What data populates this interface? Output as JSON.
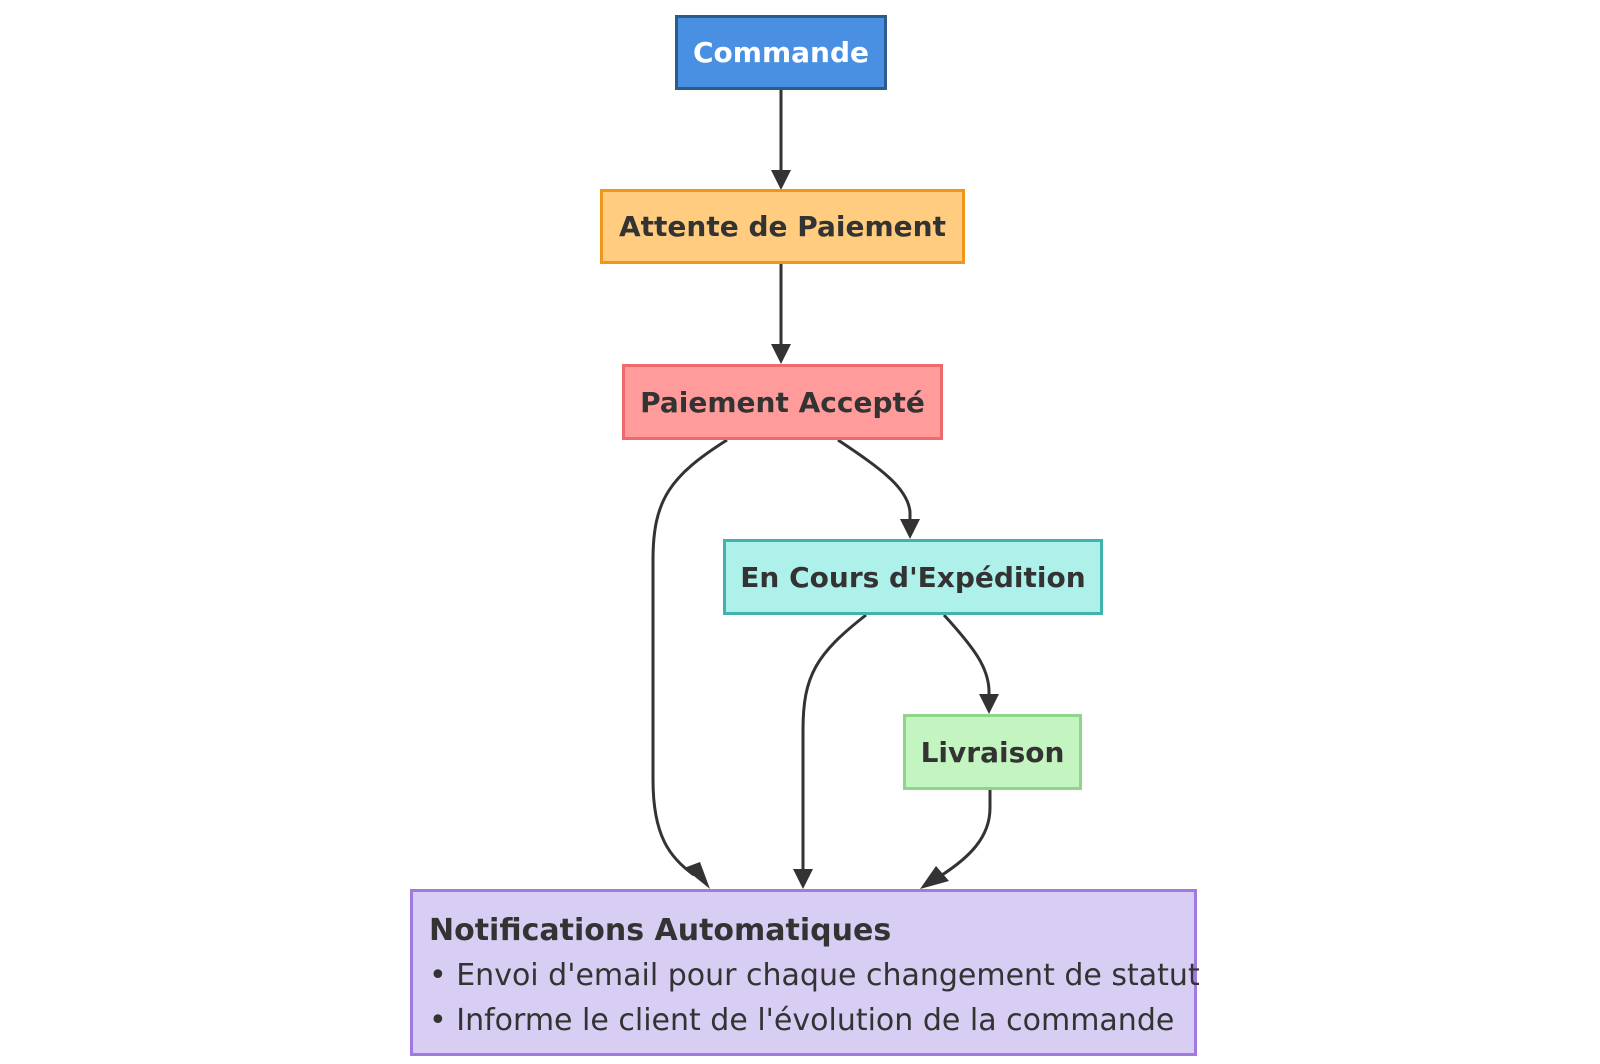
{
  "nodes": {
    "commande": "Commande",
    "attente_paiement": "Attente de Paiement",
    "paiement_accepte": "Paiement Accepté",
    "en_cours_expedition": "En Cours d'Expédition",
    "livraison": "Livraison",
    "notifications": {
      "title": "Notifications Automatiques",
      "lines": [
        "• Envoi d'email pour chaque changement de statut",
        "• Informe le client de l'évolution de la commande"
      ]
    }
  },
  "edges": [
    {
      "from": "commande",
      "to": "attente_paiement"
    },
    {
      "from": "attente_paiement",
      "to": "paiement_accepte"
    },
    {
      "from": "paiement_accepte",
      "to": "en_cours_expedition"
    },
    {
      "from": "paiement_accepte",
      "to": "notifications"
    },
    {
      "from": "en_cours_expedition",
      "to": "livraison"
    },
    {
      "from": "en_cours_expedition",
      "to": "notifications"
    },
    {
      "from": "livraison",
      "to": "notifications"
    }
  ],
  "colors": {
    "commande_fill": "#4a90e2",
    "attente_fill": "#ffcc80",
    "accepte_fill": "#ff9b9b",
    "expedition_fill": "#aef0ea",
    "livraison_fill": "#c4f4c0",
    "notifications_fill": "#d8cef3",
    "edge": "#333333"
  }
}
